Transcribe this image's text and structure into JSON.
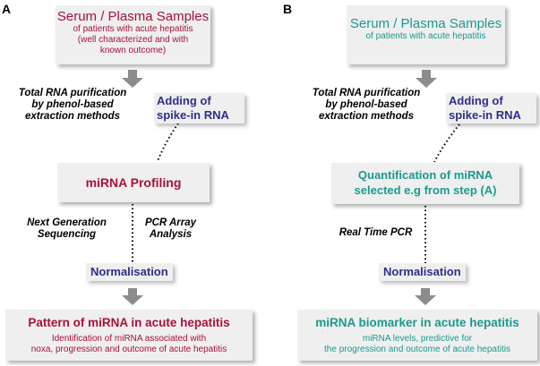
{
  "colors": {
    "panel_a_accent": "#a8103a",
    "panel_b_accent": "#1a9a8f",
    "step_blue": "#2e2e8a",
    "arrow_gray": "#8c8c8c",
    "box_bg": "#efefef"
  },
  "panel_a": {
    "letter": "A",
    "samples_title": "Serum / Plasma Samples",
    "samples_sub1": "of patients with acute hepatitis",
    "samples_sub2": "(well characterized and with",
    "samples_sub3": "known outcome)",
    "extraction_l1": "Total RNA purification",
    "extraction_l2": "by phenol-based",
    "extraction_l3": "extraction methods",
    "spike_l1": "Adding of",
    "spike_l2": "spike-in RNA",
    "profiling": "miRNA Profiling",
    "ngs_l1": "Next Generation",
    "ngs_l2": "Sequencing",
    "pcr_l1": "PCR Array",
    "pcr_l2": "Analysis",
    "normalisation": "Normalisation",
    "result_title": "Pattern of miRNA in acute hepatitis",
    "result_sub1": "Identification of miRNA associated with",
    "result_sub2": "noxa, progression and outcome of acute hepatitis"
  },
  "panel_b": {
    "letter": "B",
    "samples_title": "Serum / Plasma Samples",
    "samples_sub1": "of patients with acute hepatitis",
    "extraction_l1": "Total RNA purification",
    "extraction_l2": "by phenol-based",
    "extraction_l3": "extraction methods",
    "spike_l1": "Adding of",
    "spike_l2": "spike-in RNA",
    "quant_l1": "Quantification of miRNA",
    "quant_l2": "selected e.g from step (A)",
    "rtpcr": "Real Time PCR",
    "normalisation": "Normalisation",
    "result_title": "miRNA biomarker in acute hepatitis",
    "result_sub1": "miRNA levels, predictive for",
    "result_sub2": "the progression and outcome of acute hepatitis"
  }
}
